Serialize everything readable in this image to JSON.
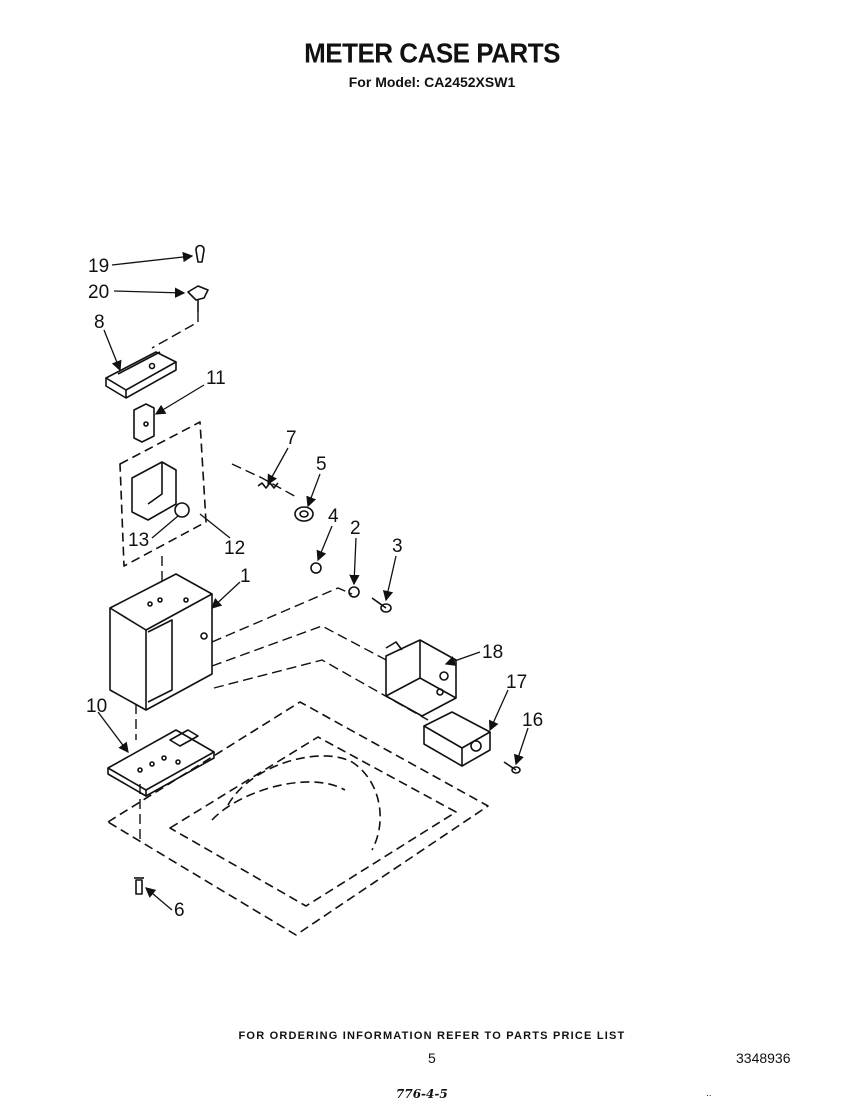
{
  "header": {
    "title": "METER CASE PARTS",
    "subtitle": "For Model: CA2452XSW1"
  },
  "callouts": [
    "19",
    "20",
    "8",
    "11",
    "7",
    "5",
    "13",
    "12",
    "4",
    "2",
    "3",
    "1",
    "18",
    "17",
    "10",
    "16",
    "6"
  ],
  "footer": {
    "ordering_note": "FOR ORDERING INFORMATION REFER TO PARTS PRICE LIST",
    "page_number": "5",
    "document_number": "3348936",
    "handwritten_note": "776-4-5",
    "mark": ".."
  }
}
